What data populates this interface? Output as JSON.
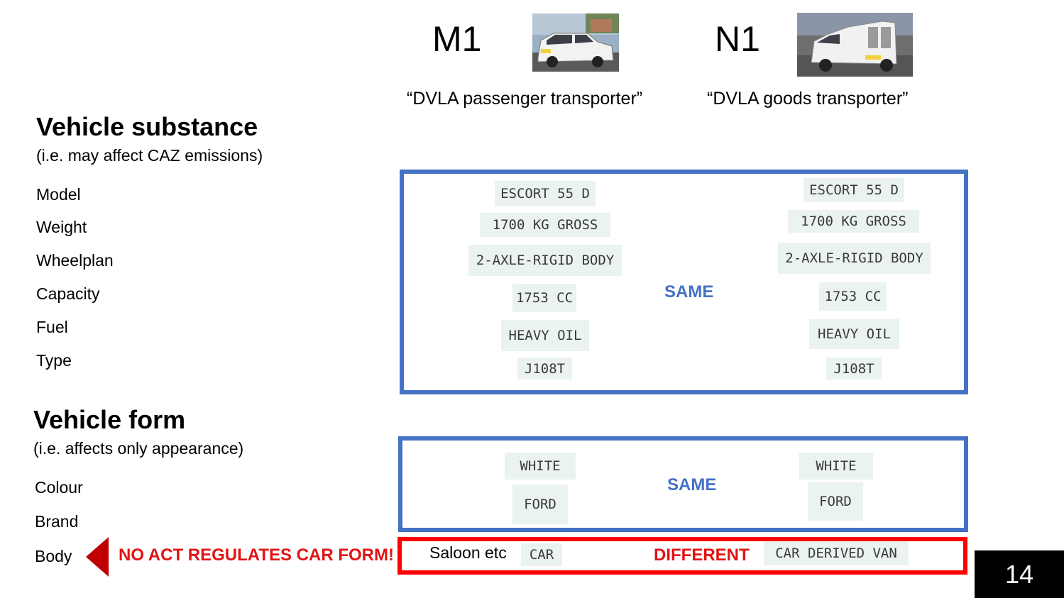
{
  "header": {
    "m1": {
      "code": "M1",
      "quote": "“DVLA passenger transporter”"
    },
    "n1": {
      "code": "N1",
      "quote": "“DVLA goods transporter”"
    }
  },
  "substance": {
    "title": "Vehicle substance",
    "subtitle": "(i.e. may affect CAZ emissions)",
    "labels": [
      "Model",
      "Weight",
      "Wheelplan",
      "Capacity",
      "Fuel",
      "Type"
    ],
    "m1_values": [
      "ESCORT 55 D",
      "1700 KG GROSS",
      "2-AXLE-RIGID BODY",
      "1753 CC",
      "HEAVY OIL",
      "J108T"
    ],
    "n1_values": [
      "ESCORT 55 D",
      "1700 KG GROSS",
      "2-AXLE-RIGID BODY",
      "1753 CC",
      "HEAVY OIL",
      "J108T"
    ],
    "verdict": "SAME",
    "verdict_color": "#4472c4"
  },
  "form": {
    "title": "Vehicle form",
    "subtitle": "(i.e. affects only appearance)",
    "labels": [
      "Colour",
      "Brand"
    ],
    "m1_values": [
      "WHITE",
      "FORD"
    ],
    "n1_values": [
      "WHITE",
      "FORD"
    ],
    "verdict": "SAME"
  },
  "body_row": {
    "label": "Body",
    "note": "NO ACT REGULATES CAR FORM!",
    "m1_caption": "Saloon etc",
    "m1_value": "CAR",
    "verdict": "DIFFERENT",
    "n1_value": "CAR DERIVED VAN",
    "accent_color": "#e21313"
  },
  "page_number": "14",
  "icons": {
    "arrow": "left-pointing-triangle-icon"
  }
}
